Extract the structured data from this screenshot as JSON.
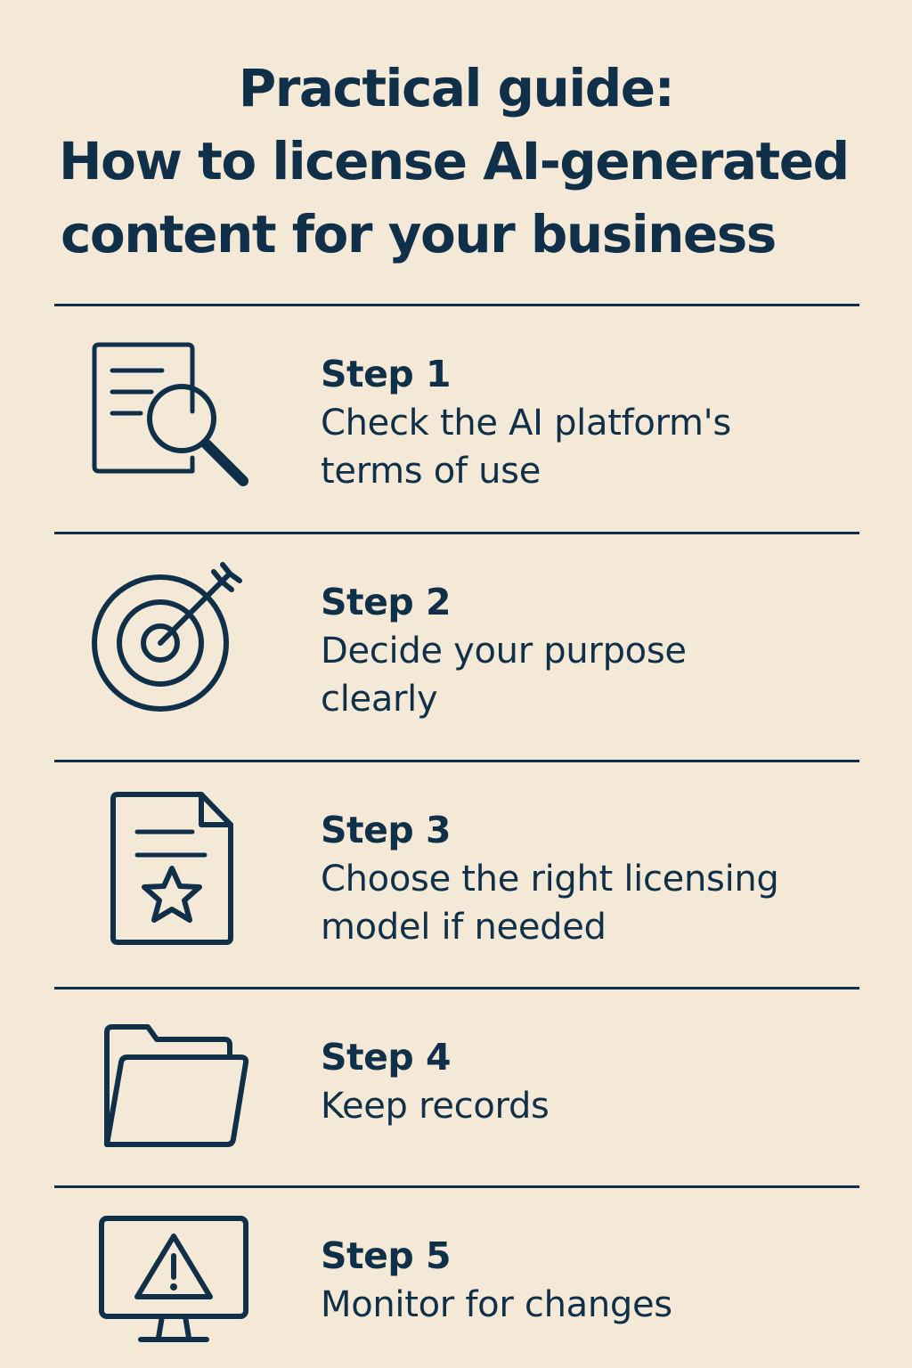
{
  "title": {
    "line1": "Practical guide:",
    "line2": "How to license AI-generated",
    "line3": "content for your business"
  },
  "steps": [
    {
      "label": "Step 1",
      "desc_line1": "Check the AI platform's",
      "desc_line2": "terms of use",
      "icon": "document-search-icon"
    },
    {
      "label": "Step 2",
      "desc_line1": "Decide your purpose",
      "desc_line2": "clearly",
      "icon": "target-arrow-icon"
    },
    {
      "label": "Step 3",
      "desc_line1": "Choose the right licensing",
      "desc_line2": "model if needed",
      "icon": "document-star-icon"
    },
    {
      "label": "Step 4",
      "desc_line1": "Keep records",
      "desc_line2": "",
      "icon": "folder-icon"
    },
    {
      "label": "Step 5",
      "desc_line1": "Monitor for changes",
      "desc_line2": "",
      "icon": "monitor-warning-icon"
    }
  ],
  "colors": {
    "background": "#f4e8d6",
    "ink": "#10304a"
  }
}
